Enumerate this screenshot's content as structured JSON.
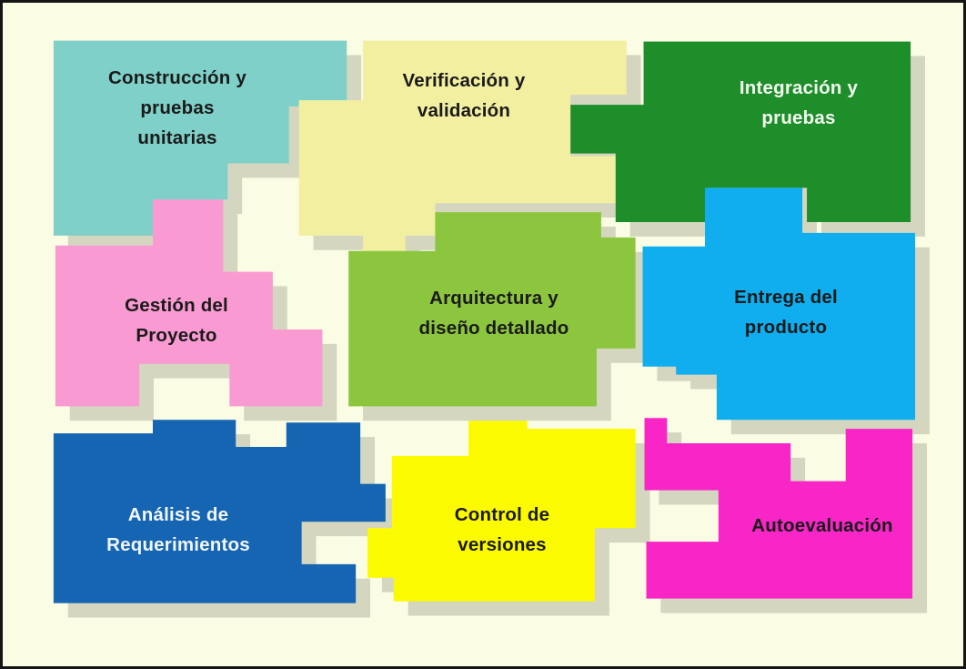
{
  "canvas": {
    "background": "#FAFCE4",
    "border_color": "#151515",
    "shadow_color": "#D4D6C0"
  },
  "diagram": {
    "type": "puzzle-diagram",
    "language": "es",
    "topic": "Fases del proceso de desarrollo de software"
  },
  "pieces": [
    {
      "id": "construccion",
      "color": "#7FD0C8",
      "text_color": "#1A1A1A",
      "label": "Construcción y pruebas unitarias",
      "lines": [
        "Construcción y",
        "pruebas",
        "unitarias"
      ]
    },
    {
      "id": "verificacion",
      "color": "#F2EFA0",
      "text_color": "#1A1A1A",
      "label": "Verificación y validación",
      "lines": [
        "Verificación y",
        "validación"
      ]
    },
    {
      "id": "integracion",
      "color": "#1E8E2B",
      "text_color": "#F4FAF0",
      "label": "Integración y pruebas",
      "lines": [
        "Integración y",
        "pruebas"
      ]
    },
    {
      "id": "gestion",
      "color": "#F99BD2",
      "text_color": "#1A1A1A",
      "label": "Gestión del Proyecto",
      "lines": [
        "Gestión del",
        "Proyecto"
      ]
    },
    {
      "id": "arquitectura",
      "color": "#8CC63F",
      "text_color": "#1A1A1A",
      "label": "Arquitectura y diseño detallado",
      "lines": [
        "Arquitectura y",
        "diseño detallado"
      ]
    },
    {
      "id": "entrega",
      "color": "#10AEEF",
      "text_color": "#1A1A1A",
      "label": "Entrega del producto",
      "lines": [
        "Entrega del",
        "producto"
      ]
    },
    {
      "id": "analisis",
      "color": "#1565B2",
      "text_color": "#F2F6FA",
      "label": "Análisis de Requerimientos",
      "lines": [
        "Análisis de",
        "Requerimientos"
      ]
    },
    {
      "id": "control",
      "color": "#FCFA00",
      "text_color": "#1A1A1A",
      "label": "Control de versiones",
      "lines": [
        "Control de",
        "versiones"
      ]
    },
    {
      "id": "autoevaluacion",
      "color": "#F826C6",
      "text_color": "#1A1A1A",
      "label": "Autoevaluación",
      "lines": [
        "Autoevaluación"
      ]
    }
  ]
}
